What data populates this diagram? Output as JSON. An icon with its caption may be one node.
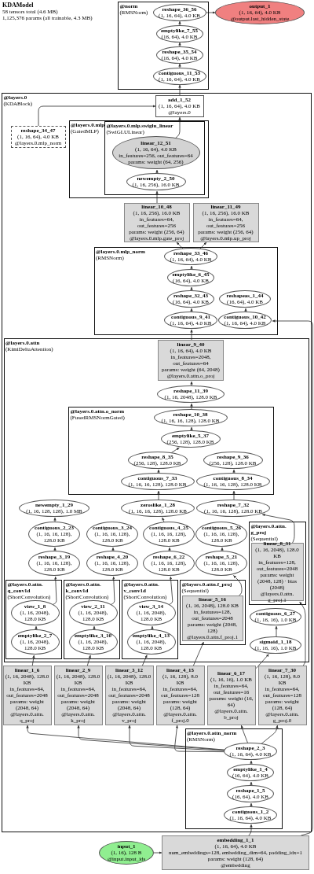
{
  "diagram": {
    "title": "KDAModel",
    "labels": [
      "58 tensors total (4.6 MB)",
      "1,125,376 params (all trainable, 4.3 MB)"
    ],
    "nodes": [
      {
        "text": [
          "output_1",
          "(1, 16, 64), 4.0 KB",
          "@output.last_hidden_state"
        ]
      },
      {
        "text": [
          "@norm",
          "(RMSNorm)"
        ]
      },
      {
        "text": [
          "reshape_36_56",
          "(1, 16, 64), 4.0 KB"
        ],
        "in": 1
      },
      {
        "text": [
          "emptylike_7_55",
          "(16, 64), 4.0 KB"
        ],
        "in": 1
      },
      {
        "text": [
          "reshape_35_54",
          "(16, 64), 4.0 KB"
        ],
        "in": 1
      },
      {
        "text": [
          "contiguous_11_53",
          "(1, 16, 64), 4.0 KB"
        ],
        "in": 1
      },
      {
        "text": [
          "@layers.0",
          "(KDABlock)"
        ]
      },
      {
        "text": [
          "add_1_52",
          "(1, 16, 64), 4.0 KB",
          "@layers.0"
        ],
        "in": 6
      },
      {
        "text": [
          "@layers.0.mlp",
          "(GatedMLP)"
        ],
        "in": 6
      },
      {
        "text": [
          "@layers.0.mlp.swiglu_linear",
          "(SwiGLULinear)"
        ],
        "in": 8
      },
      {
        "text": [
          "linear_12_51",
          "(1, 16, 64), 4.0 KB",
          "in_features=256, out_features=64",
          "params: weight (64, 256)"
        ],
        "in": 9
      },
      {
        "text": [
          "newempty_2_50",
          "(1, 16, 256), 16.0 KB"
        ],
        "in": 9
      },
      {
        "text": [
          "reshape_34_47",
          "(1, 16, 64), 4.0 KB",
          "@layers.0.mlp_norm"
        ],
        "in": 6
      },
      {
        "text": [
          "linear_10_48",
          "(1, 16, 256), 16.0 KB",
          "in_features=64, out_features=256",
          "params: weight (256, 64)",
          "@layers.0.mlp.gate_proj"
        ],
        "in": 6
      },
      {
        "text": [
          "linear_11_49",
          "(1, 16, 256), 16.0 KB",
          "in_features=64, out_features=256",
          "params: weight (256, 64)",
          "@layers.0.mlp.up_proj"
        ],
        "in": 6
      },
      {
        "text": [
          "@layers.0.mlp_norm",
          "(RMSNorm)"
        ],
        "in": 6
      },
      {
        "text": [
          "reshape_33_46",
          "(1, 16, 64), 4.0 KB"
        ],
        "in": 15
      },
      {
        "text": [
          "emptylike_6_45",
          "(16, 64), 4.0 KB"
        ],
        "in": 15
      },
      {
        "text": [
          "reshape_32_43",
          "(16, 64), 4.0 KB"
        ],
        "in": 15
      },
      {
        "text": [
          "reshapeas_1_44",
          "(16, 64), 4.0 KB"
        ],
        "in": 15
      },
      {
        "text": [
          "contiguous_9_41",
          "(1, 16, 64), 4.0 KB"
        ],
        "in": 15
      },
      {
        "text": [
          "contiguous_10_42",
          "(1, 16, 64), 4.0 KB"
        ],
        "in": 15
      },
      {
        "text": [
          "@layers.0.attn",
          "(KimiDeltaAttention)"
        ],
        "in": 6
      },
      {
        "text": [
          "linear_9_40",
          "(1, 16, 64), 4.0 KB",
          "in_features=2048, out_features=64",
          "params: weight (64, 2048)",
          "@layers.0.attn.o_proj"
        ],
        "in": 22
      },
      {
        "text": [
          "reshape_11_39",
          "(1, 16, 2048), 128.0 KB"
        ],
        "in": 22
      },
      {
        "text": [
          "@layers.0.attn.o_norm",
          "(FusedRMSNormGated)"
        ],
        "in": 22
      },
      {
        "text": [
          "reshape_10_38",
          "(1, 16, 16, 128), 128.0 KB"
        ],
        "in": 25
      },
      {
        "text": [
          "emptylike_5_37",
          "(256, 128), 128.0 KB"
        ],
        "in": 25
      },
      {
        "text": [
          "reshape_8_35",
          "(256, 128), 128.0 KB"
        ],
        "in": 25
      },
      {
        "text": [
          "reshape_9_36",
          "(256, 128), 128.0 KB"
        ],
        "in": 25
      },
      {
        "text": [
          "contiguous_7_33",
          "(1, 16, 16, 128), 128.0 KB"
        ],
        "in": 25
      },
      {
        "text": [
          "contiguous_8_34",
          "(1, 16, 16, 128), 128.0 KB"
        ],
        "in": 25
      },
      {
        "text": [
          "newempty_1_29",
          "(1, 16, 128, 128), 1.0 MB"
        ],
        "in": 22
      },
      {
        "text": [
          "zeroslike_1_28",
          "(1, 16, 16, 128), 128.0 KB"
        ],
        "in": 22
      },
      {
        "text": [
          "reshape_7_32",
          "(1, 16, 16, 128), 128.0 KB"
        ],
        "in": 22
      },
      {
        "text": [
          "@layers.0.attn.g_proj",
          "(Sequential)"
        ],
        "in": 22
      },
      {
        "text": [
          "linear_8_31",
          "(1, 16, 2048), 128.0 KB",
          "in_features=128, out_features=2048",
          "params: weight (2048, 128) · bias (2048)",
          "@layers.0.attn.g_proj.1"
        ],
        "in": 35
      },
      {
        "text": [
          "contiguous_2_23",
          "(1, 16, 16, 128), 128.0 KB"
        ],
        "in": 22
      },
      {
        "text": [
          "contiguous_3_24",
          "(1, 16, 16, 128), 128.0 KB"
        ],
        "in": 22
      },
      {
        "text": [
          "contiguous_4_25",
          "(1, 16, 16, 128), 128.0 KB"
        ],
        "in": 22
      },
      {
        "text": [
          "reshape_3_19",
          "(1, 16, 16, 128), 128.0 KB"
        ],
        "in": 22
      },
      {
        "text": [
          "reshape_4_20",
          "(1, 16, 16, 128), 128.0 KB"
        ],
        "in": 22
      },
      {
        "text": [
          "reshape_6_22",
          "(1, 16, 16, 128), 128.0 KB"
        ],
        "in": 22
      },
      {
        "text": [
          "contiguous_5_26",
          "(1, 16, 16, 128), 128.0 KB"
        ],
        "in": 22
      },
      {
        "text": [
          "@layers.0.attn.q_conv1d",
          "(ShortConvolution)"
        ],
        "in": 22
      },
      {
        "text": [
          "view_1_8",
          "(1, 16, 2048), 128.0 KB"
        ],
        "in": 44
      },
      {
        "text": [
          "emptylike_2_7",
          "(1, 16, 2048), 128.0 KB"
        ],
        "in": 44
      },
      {
        "text": [
          "@layers.0.attn.k_conv1d",
          "(ShortConvolution)"
        ],
        "in": 22
      },
      {
        "text": [
          "view_2_11",
          "(1, 16, 2048), 128.0 KB"
        ],
        "in": 47
      },
      {
        "text": [
          "emptylike_3_10",
          "(1, 16, 2048), 128.0 KB"
        ],
        "in": 47
      },
      {
        "text": [
          "@layers.0.attn.v_conv1d",
          "(ShortConvolution)"
        ],
        "in": 22
      },
      {
        "text": [
          "view_3_14",
          "(1, 16, 2048), 128.0 KB"
        ],
        "in": 50
      },
      {
        "text": [
          "emptylike_4_13",
          "(1, 16, 2048), 128.0 KB"
        ],
        "in": 50
      },
      {
        "text": [
          "reshape_5_21",
          "(1, 16, 16, 128), 128.0 KB"
        ],
        "in": 22
      },
      {
        "text": [
          "contiguous_6_27",
          "(1, 16, 16), 1.0 KB"
        ],
        "in": 22
      },
      {
        "text": [
          "@layers.0.attn.f_proj",
          "(Sequential)"
        ],
        "in": 22
      },
      {
        "text": [
          "linear_5_16",
          "(1, 16, 2048), 128.0 KB",
          "in_features=128, out_features=2048",
          "params: weight (2048, 128)",
          "@layers.0.attn.f_proj.1"
        ],
        "in": 55
      },
      {
        "text": [
          "sigmoid_1_18",
          "(1, 16, 16), 1.0 KB"
        ],
        "in": 22
      },
      {
        "text": [
          "linear_1_6",
          "(1, 16, 2048), 128.0 KB",
          "in_features=64, out_features=2048",
          "params: weight (2048, 64)",
          "@layers.0.attn.q_proj"
        ],
        "in": 6
      },
      {
        "text": [
          "linear_2_9",
          "(1, 16, 2048), 128.0 KB",
          "in_features=64, out_features=2048",
          "params: weight (2048, 64)",
          "@layers.0.attn.k_proj"
        ],
        "in": 6
      },
      {
        "text": [
          "linear_3_12",
          "(1, 16, 2048), 128.0 KB",
          "in_features=64, out_features=2048",
          "params: weight (2048, 64)",
          "@layers.0.attn.v_proj"
        ],
        "in": 6
      },
      {
        "text": [
          "linear_4_15",
          "(1, 16, 128), 8.0 KB",
          "in_features=64, out_features=128",
          "params: weight (128, 64)",
          "@layers.0.attn.f_proj.0"
        ],
        "in": 6
      },
      {
        "text": [
          "linear_6_17",
          "(1, 16, 16), 1.0 KB",
          "in_features=64, out_features=16",
          "params: weight (16, 64)",
          "@layers.0.attn.b_proj"
        ],
        "in": 6
      },
      {
        "text": [
          "linear_7_30",
          "(1, 16, 128), 8.0 KB",
          "in_features=64, out_features=128",
          "params: weight (128, 64)",
          "@layers.0.attn.g_proj.0"
        ],
        "in": 6
      },
      {
        "text": [
          "@layers.0.attn_norm",
          "(RMSNorm)"
        ],
        "in": 6
      },
      {
        "text": [
          "reshape_2_3",
          "(1, 16, 64), 4.0 KB"
        ],
        "in": 64
      },
      {
        "text": [
          "emptylike_1_4",
          "(16, 64), 4.0 KB"
        ],
        "in": 64
      },
      {
        "text": [
          "reshape_1_5",
          "(16, 64), 4.0 KB"
        ],
        "in": 64
      },
      {
        "text": [
          "contiguous_1_2",
          "(1, 16, 64), 4.0 KB"
        ],
        "in": 64
      },
      {
        "text": [
          "embedding_1_1",
          "(1, 16, 64), 4.0 KB",
          "num_embeddings=128, embedding_dim=64, padding_idx=1",
          "params: weight (128, 64)",
          "@embedding"
        ]
      },
      {
        "text": [
          "input_1",
          "(1, 16), 128 B",
          "@input.input_ids"
        ]
      }
    ],
    "edges": [
      {
        "from": 70,
        "to": 69,
        "arrow": "to"
      },
      {
        "from": 69,
        "to": 68,
        "arrow": "to"
      },
      {
        "from": 68,
        "to": 67,
        "arrow": "to"
      },
      {
        "from": 67,
        "to": 66,
        "arrow": "to"
      },
      {
        "from": 66,
        "to": 65,
        "arrow": "to"
      },
      {
        "from": 65,
        "to": 58,
        "arrow": "to"
      },
      {
        "from": 65,
        "to": 59,
        "arrow": "to"
      },
      {
        "from": 65,
        "to": 60,
        "arrow": "to"
      },
      {
        "from": 65,
        "to": 61,
        "arrow": "to"
      },
      {
        "from": 65,
        "to": 62,
        "arrow": "to"
      },
      {
        "from": 65,
        "to": 63,
        "arrow": "to"
      },
      {
        "from": 58,
        "to": 46,
        "arrow": "to"
      },
      {
        "from": 59,
        "to": 49,
        "arrow": "to"
      },
      {
        "from": 60,
        "to": 52,
        "arrow": "to"
      },
      {
        "from": 46,
        "to": 45,
        "arrow": "to"
      },
      {
        "from": 49,
        "to": 48,
        "arrow": "to"
      },
      {
        "from": 52,
        "to": 51,
        "arrow": "to"
      },
      {
        "from": 45,
        "to": 40,
        "arrow": "to"
      },
      {
        "from": 48,
        "to": 41,
        "arrow": "to"
      },
      {
        "from": 51,
        "to": 42,
        "arrow": "to"
      },
      {
        "from": 40,
        "to": 37,
        "arrow": "to"
      },
      {
        "from": 41,
        "to": 38,
        "arrow": "to"
      },
      {
        "from": 42,
        "to": 39,
        "arrow": "to"
      },
      {
        "from": 37,
        "to": 32,
        "arrow": "to"
      },
      {
        "from": 39,
        "to": 33,
        "arrow": "to"
      },
      {
        "from": 61,
        "to": 56,
        "arrow": "to"
      },
      {
        "from": 56,
        "to": 53,
        "arrow": "to"
      },
      {
        "from": 53,
        "to": 43,
        "arrow": "to"
      },
      {
        "from": 62,
        "to": 57,
        "arrow": "to"
      },
      {
        "from": 57,
        "to": 54,
        "arrow": "to"
      },
      {
        "from": 63,
        "to": 36,
        "arrow": "to"
      },
      {
        "from": 36,
        "to": 34,
        "arrow": "to"
      },
      {
        "from": 34,
        "to": 31,
        "arrow": "to"
      },
      {
        "from": 33,
        "to": 30,
        "arrow": "to"
      },
      {
        "from": 30,
        "to": 28,
        "arrow": "to"
      },
      {
        "from": 31,
        "to": 29,
        "arrow": "to"
      },
      {
        "from": 28,
        "to": 27,
        "arrow": "to"
      },
      {
        "from": 27,
        "to": 26,
        "arrow": "to"
      },
      {
        "from": 26,
        "to": 24,
        "arrow": "to"
      },
      {
        "from": 24,
        "to": 23,
        "arrow": "to"
      },
      {
        "from": 23,
        "to": 20,
        "arrow": "to"
      },
      {
        "from": 69,
        "to": 21,
        "arrow": "to"
      },
      {
        "from": 20,
        "to": 18,
        "arrow": "to"
      },
      {
        "from": 21,
        "to": 19,
        "arrow": "to"
      },
      {
        "from": 18,
        "to": 17,
        "arrow": "to"
      },
      {
        "from": 17,
        "to": 16,
        "arrow": "to"
      },
      {
        "from": 16,
        "to": 13,
        "arrow": "to"
      },
      {
        "from": 16,
        "to": 14,
        "arrow": "to"
      },
      {
        "from": 13,
        "to": 11,
        "arrow": "to"
      },
      {
        "from": 11,
        "to": 10,
        "arrow": "to"
      },
      {
        "from": 10,
        "to": 7,
        "arrow": "to"
      },
      {
        "from": 12,
        "to": 7,
        "arrow": "to"
      },
      {
        "from": 7,
        "to": 5,
        "arrow": "to"
      },
      {
        "from": 5,
        "to": 4,
        "arrow": "to"
      },
      {
        "from": 4,
        "to": 3,
        "arrow": "to"
      },
      {
        "from": 3,
        "to": 2,
        "arrow": "to"
      },
      {
        "from": 2,
        "to": 0,
        "arrow": "to"
      }
    ]
  }
}
